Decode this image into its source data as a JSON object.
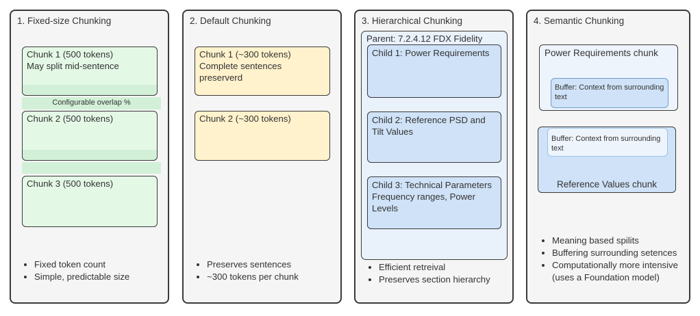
{
  "diagram": {
    "colors": {
      "text": "#333333",
      "panel_bg": "#f5f5f5",
      "panel_border": "#3a3a3a",
      "green_chunk": "#e4f8e6",
      "green_overlap": "#d2f0d7",
      "yellow_chunk": "#fff2cc",
      "parent_bg": "#e9f1fb",
      "child_bg": "#cfe2f7",
      "semantic_light": "#eef4fc",
      "semantic_dark": "#cfe2f7",
      "buffer_border": "#6d9eca",
      "buffer_border_light": "#9cc3e5"
    },
    "panels": [
      {
        "title": "1. Fixed-size Chunking",
        "chunks": [
          {
            "lines": [
              "Chunk 1 (500 tokens)",
              "May split mid-sentence"
            ]
          },
          {
            "lines": [
              "Chunk 2 (500 tokens)"
            ]
          },
          {
            "lines": [
              "Chunk 3 (500 tokens)"
            ]
          }
        ],
        "overlap_label": "Configurable overlap %",
        "bullets": [
          "Fixed token count",
          "Simple, predictable size"
        ]
      },
      {
        "title": "2. Default Chunking",
        "chunks": [
          {
            "lines": [
              "Chunk 1 (~300 tokens)",
              "Complete sentences",
              "preserverd"
            ]
          },
          {
            "lines": [
              "Chunk 2 (~300 tokens)"
            ]
          }
        ],
        "bullets": [
          "Preserves sentences",
          "~300 tokens per chunk"
        ]
      },
      {
        "title": "3. Hierarchical Chunking",
        "parent_label": "Parent: 7.2.4.12 FDX Fidelity",
        "children": [
          "Child 1: Power Requirements",
          "Child 2: Reference PSD and Tilt Values",
          "Child 3: Technical Parameters Frequency ranges, Power Levels"
        ],
        "bullets": [
          "Efficient retreival",
          "Preserves section hierarchy"
        ]
      },
      {
        "title": "4. Semantic Chunking",
        "semantic_boxes": [
          {
            "label": "Power Requirements chunk",
            "buffer": "Buffer: Context from surrounding text"
          },
          {
            "label": "Reference Values chunk",
            "buffer": "Buffer: Context from surrounding text"
          }
        ],
        "bullets": [
          "Meaning based spilits",
          "Buffering surrounding setences",
          "Computationally more intensive (uses a Foundation model)"
        ]
      }
    ]
  }
}
